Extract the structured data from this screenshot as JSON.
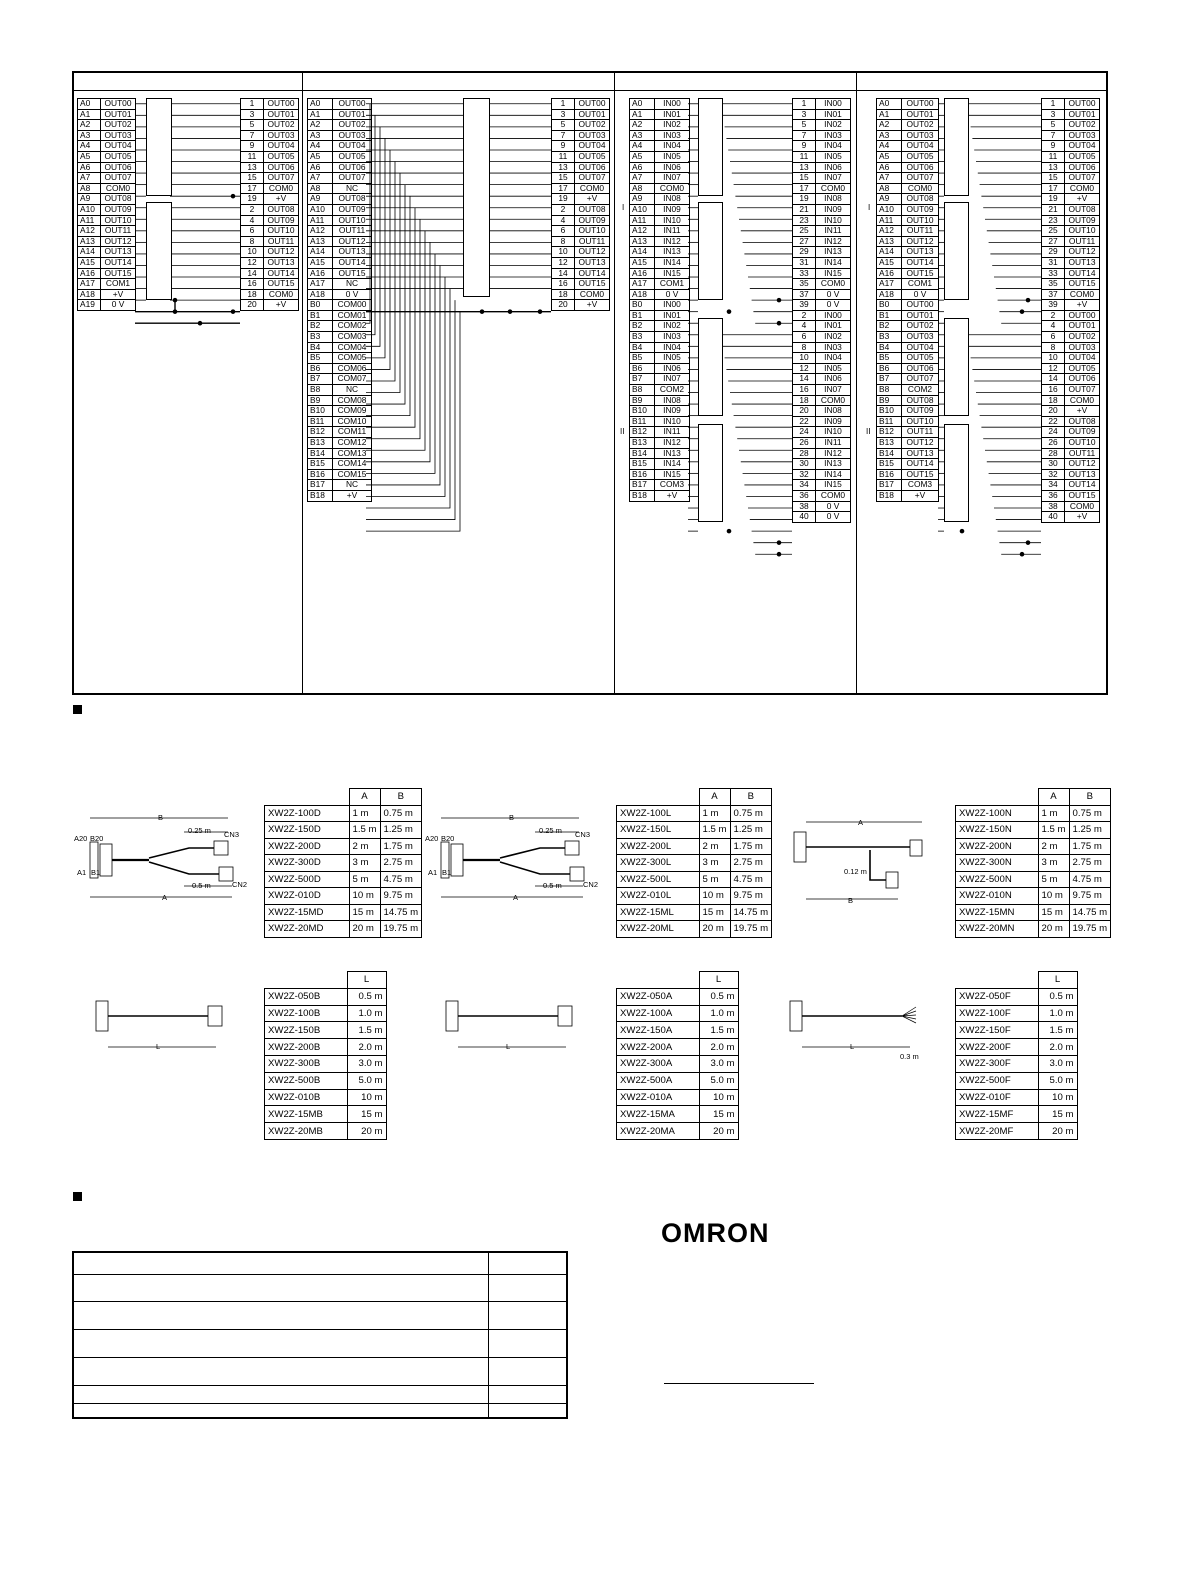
{
  "brand": {
    "logo_text": "OMRON"
  },
  "wiring": {
    "panel1": {
      "left": [
        [
          "A0",
          "OUT00"
        ],
        [
          "A1",
          "OUT01"
        ],
        [
          "A2",
          "OUT02"
        ],
        [
          "A3",
          "OUT03"
        ],
        [
          "A4",
          "OUT04"
        ],
        [
          "A5",
          "OUT05"
        ],
        [
          "A6",
          "OUT06"
        ],
        [
          "A7",
          "OUT07"
        ],
        [
          "A8",
          "COM0"
        ],
        [
          "A9",
          "OUT08"
        ],
        [
          "A10",
          "OUT09"
        ],
        [
          "A11",
          "OUT10"
        ],
        [
          "A12",
          "OUT11"
        ],
        [
          "A13",
          "OUT12"
        ],
        [
          "A14",
          "OUT13"
        ],
        [
          "A15",
          "OUT14"
        ],
        [
          "A16",
          "OUT15"
        ],
        [
          "A17",
          "COM1"
        ],
        [
          "A18",
          "+V"
        ],
        [
          "A19",
          "0 V"
        ]
      ],
      "right": [
        [
          "1",
          "OUT00"
        ],
        [
          "3",
          "OUT01"
        ],
        [
          "5",
          "OUT02"
        ],
        [
          "7",
          "OUT03"
        ],
        [
          "9",
          "OUT04"
        ],
        [
          "11",
          "OUT05"
        ],
        [
          "13",
          "OUT06"
        ],
        [
          "15",
          "OUT07"
        ],
        [
          "17",
          "COM0"
        ],
        [
          "19",
          "+V"
        ],
        [
          "2",
          "OUT08"
        ],
        [
          "4",
          "OUT09"
        ],
        [
          "6",
          "OUT10"
        ],
        [
          "8",
          "OUT11"
        ],
        [
          "10",
          "OUT12"
        ],
        [
          "12",
          "OUT13"
        ],
        [
          "14",
          "OUT14"
        ],
        [
          "16",
          "OUT15"
        ],
        [
          "18",
          "COM0"
        ],
        [
          "20",
          "+V"
        ]
      ]
    },
    "panel2": {
      "left": [
        [
          "A0",
          "OUT00"
        ],
        [
          "A1",
          "OUT01"
        ],
        [
          "A2",
          "OUT02"
        ],
        [
          "A3",
          "OUT03"
        ],
        [
          "A4",
          "OUT04"
        ],
        [
          "A5",
          "OUT05"
        ],
        [
          "A6",
          "OUT06"
        ],
        [
          "A7",
          "OUT07"
        ],
        [
          "A8",
          "NC"
        ],
        [
          "A9",
          "OUT08"
        ],
        [
          "A10",
          "OUT09"
        ],
        [
          "A11",
          "OUT10"
        ],
        [
          "A12",
          "OUT11"
        ],
        [
          "A13",
          "OUT12"
        ],
        [
          "A14",
          "OUT13"
        ],
        [
          "A15",
          "OUT14"
        ],
        [
          "A16",
          "OUT15"
        ],
        [
          "A17",
          "NC"
        ],
        [
          "A18",
          "0 V"
        ],
        [
          "B0",
          "COM00"
        ],
        [
          "B1",
          "COM01"
        ],
        [
          "B2",
          "COM02"
        ],
        [
          "B3",
          "COM03"
        ],
        [
          "B4",
          "COM04"
        ],
        [
          "B5",
          "COM05"
        ],
        [
          "B6",
          "COM06"
        ],
        [
          "B7",
          "COM07"
        ],
        [
          "B8",
          "NC"
        ],
        [
          "B9",
          "COM08"
        ],
        [
          "B10",
          "COM09"
        ],
        [
          "B11",
          "COM10"
        ],
        [
          "B12",
          "COM11"
        ],
        [
          "B13",
          "COM12"
        ],
        [
          "B14",
          "COM13"
        ],
        [
          "B15",
          "COM14"
        ],
        [
          "B16",
          "COM15"
        ],
        [
          "B17",
          "NC"
        ],
        [
          "B18",
          "+V"
        ]
      ],
      "right": [
        [
          "1",
          "OUT00"
        ],
        [
          "3",
          "OUT01"
        ],
        [
          "5",
          "OUT02"
        ],
        [
          "7",
          "OUT03"
        ],
        [
          "9",
          "OUT04"
        ],
        [
          "11",
          "OUT05"
        ],
        [
          "13",
          "OUT06"
        ],
        [
          "15",
          "OUT07"
        ],
        [
          "17",
          "COM0"
        ],
        [
          "19",
          "+V"
        ],
        [
          "2",
          "OUT08"
        ],
        [
          "4",
          "OUT09"
        ],
        [
          "6",
          "OUT10"
        ],
        [
          "8",
          "OUT11"
        ],
        [
          "10",
          "OUT12"
        ],
        [
          "12",
          "OUT13"
        ],
        [
          "14",
          "OUT14"
        ],
        [
          "16",
          "OUT15"
        ],
        [
          "18",
          "COM0"
        ],
        [
          "20",
          "+V"
        ]
      ]
    },
    "panel3": {
      "left": [
        [
          "A0",
          "IN00"
        ],
        [
          "A1",
          "IN01"
        ],
        [
          "A2",
          "IN02"
        ],
        [
          "A3",
          "IN03"
        ],
        [
          "A4",
          "IN04"
        ],
        [
          "A5",
          "IN05"
        ],
        [
          "A6",
          "IN06"
        ],
        [
          "A7",
          "IN07"
        ],
        [
          "A8",
          "COM0"
        ],
        [
          "A9",
          "IN08"
        ],
        [
          "A10",
          "IN09"
        ],
        [
          "A11",
          "IN10"
        ],
        [
          "A12",
          "IN11"
        ],
        [
          "A13",
          "IN12"
        ],
        [
          "A14",
          "IN13"
        ],
        [
          "A15",
          "IN14"
        ],
        [
          "A16",
          "IN15"
        ],
        [
          "A17",
          "COM1"
        ],
        [
          "A18",
          "0 V"
        ],
        [
          "B0",
          "IN00"
        ],
        [
          "B1",
          "IN01"
        ],
        [
          "B2",
          "IN02"
        ],
        [
          "B3",
          "IN03"
        ],
        [
          "B4",
          "IN04"
        ],
        [
          "B5",
          "IN05"
        ],
        [
          "B6",
          "IN06"
        ],
        [
          "B7",
          "IN07"
        ],
        [
          "B8",
          "COM2"
        ],
        [
          "B9",
          "IN08"
        ],
        [
          "B10",
          "IN09"
        ],
        [
          "B11",
          "IN10"
        ],
        [
          "B12",
          "IN11"
        ],
        [
          "B13",
          "IN12"
        ],
        [
          "B14",
          "IN13"
        ],
        [
          "B15",
          "IN14"
        ],
        [
          "B16",
          "IN15"
        ],
        [
          "B17",
          "COM3"
        ],
        [
          "B18",
          "+V"
        ]
      ],
      "right": [
        [
          "1",
          "IN00"
        ],
        [
          "3",
          "IN01"
        ],
        [
          "5",
          "IN02"
        ],
        [
          "7",
          "IN03"
        ],
        [
          "9",
          "IN04"
        ],
        [
          "11",
          "IN05"
        ],
        [
          "13",
          "IN06"
        ],
        [
          "15",
          "IN07"
        ],
        [
          "17",
          "COM0"
        ],
        [
          "19",
          "IN08"
        ],
        [
          "21",
          "IN09"
        ],
        [
          "23",
          "IN10"
        ],
        [
          "25",
          "IN11"
        ],
        [
          "27",
          "IN12"
        ],
        [
          "29",
          "IN13"
        ],
        [
          "31",
          "IN14"
        ],
        [
          "33",
          "IN15"
        ],
        [
          "35",
          "COM0"
        ],
        [
          "37",
          "0 V"
        ],
        [
          "39",
          "0 V"
        ],
        [
          "2",
          "IN00"
        ],
        [
          "4",
          "IN01"
        ],
        [
          "6",
          "IN02"
        ],
        [
          "8",
          "IN03"
        ],
        [
          "10",
          "IN04"
        ],
        [
          "12",
          "IN05"
        ],
        [
          "14",
          "IN06"
        ],
        [
          "16",
          "IN07"
        ],
        [
          "18",
          "COM0"
        ],
        [
          "20",
          "IN08"
        ],
        [
          "22",
          "IN09"
        ],
        [
          "24",
          "IN10"
        ],
        [
          "26",
          "IN11"
        ],
        [
          "28",
          "IN12"
        ],
        [
          "30",
          "IN13"
        ],
        [
          "32",
          "IN14"
        ],
        [
          "34",
          "IN15"
        ],
        [
          "36",
          "COM0"
        ],
        [
          "38",
          "0 V"
        ],
        [
          "40",
          "0 V"
        ]
      ],
      "marks": [
        "I",
        "II"
      ]
    },
    "panel4": {
      "left": [
        [
          "A0",
          "OUT00"
        ],
        [
          "A1",
          "OUT01"
        ],
        [
          "A2",
          "OUT02"
        ],
        [
          "A3",
          "OUT03"
        ],
        [
          "A4",
          "OUT04"
        ],
        [
          "A5",
          "OUT05"
        ],
        [
          "A6",
          "OUT06"
        ],
        [
          "A7",
          "OUT07"
        ],
        [
          "A8",
          "COM0"
        ],
        [
          "A9",
          "OUT08"
        ],
        [
          "A10",
          "OUT09"
        ],
        [
          "A11",
          "OUT10"
        ],
        [
          "A12",
          "OUT11"
        ],
        [
          "A13",
          "OUT12"
        ],
        [
          "A14",
          "OUT13"
        ],
        [
          "A15",
          "OUT14"
        ],
        [
          "A16",
          "OUT15"
        ],
        [
          "A17",
          "COM1"
        ],
        [
          "A18",
          "0 V"
        ],
        [
          "B0",
          "OUT00"
        ],
        [
          "B1",
          "OUT01"
        ],
        [
          "B2",
          "OUT02"
        ],
        [
          "B3",
          "OUT03"
        ],
        [
          "B4",
          "OUT04"
        ],
        [
          "B5",
          "OUT05"
        ],
        [
          "B6",
          "OUT06"
        ],
        [
          "B7",
          "OUT07"
        ],
        [
          "B8",
          "COM2"
        ],
        [
          "B9",
          "OUT08"
        ],
        [
          "B10",
          "OUT09"
        ],
        [
          "B11",
          "OUT10"
        ],
        [
          "B12",
          "OUT11"
        ],
        [
          "B13",
          "OUT12"
        ],
        [
          "B14",
          "OUT13"
        ],
        [
          "B15",
          "OUT14"
        ],
        [
          "B16",
          "OUT15"
        ],
        [
          "B17",
          "COM3"
        ],
        [
          "B18",
          "+V"
        ]
      ],
      "right": [
        [
          "1",
          "OUT00"
        ],
        [
          "3",
          "OUT01"
        ],
        [
          "5",
          "OUT02"
        ],
        [
          "7",
          "OUT03"
        ],
        [
          "9",
          "OUT04"
        ],
        [
          "11",
          "OUT05"
        ],
        [
          "13",
          "OUT06"
        ],
        [
          "15",
          "OUT07"
        ],
        [
          "17",
          "COM0"
        ],
        [
          "19",
          "+V"
        ],
        [
          "21",
          "OUT08"
        ],
        [
          "23",
          "OUT09"
        ],
        [
          "25",
          "OUT10"
        ],
        [
          "27",
          "OUT11"
        ],
        [
          "29",
          "OUT12"
        ],
        [
          "31",
          "OUT13"
        ],
        [
          "33",
          "OUT14"
        ],
        [
          "35",
          "OUT15"
        ],
        [
          "37",
          "COM0"
        ],
        [
          "39",
          "+V"
        ],
        [
          "2",
          "OUT00"
        ],
        [
          "4",
          "OUT01"
        ],
        [
          "6",
          "OUT02"
        ],
        [
          "8",
          "OUT03"
        ],
        [
          "10",
          "OUT04"
        ],
        [
          "12",
          "OUT05"
        ],
        [
          "14",
          "OUT06"
        ],
        [
          "16",
          "OUT07"
        ],
        [
          "18",
          "COM0"
        ],
        [
          "20",
          "+V"
        ],
        [
          "22",
          "OUT08"
        ],
        [
          "24",
          "OUT09"
        ],
        [
          "26",
          "OUT10"
        ],
        [
          "28",
          "OUT11"
        ],
        [
          "30",
          "OUT12"
        ],
        [
          "32",
          "OUT13"
        ],
        [
          "34",
          "OUT14"
        ],
        [
          "36",
          "OUT15"
        ],
        [
          "38",
          "COM0"
        ],
        [
          "40",
          "+V"
        ]
      ],
      "marks": [
        "I",
        "II"
      ]
    }
  },
  "cables_ab": [
    {
      "header": [
        "A",
        "B"
      ],
      "rows": [
        [
          "XW2Z-100D",
          "1 m",
          "0.75 m"
        ],
        [
          "XW2Z-150D",
          "1.5 m",
          "1.25 m"
        ],
        [
          "XW2Z-200D",
          "2 m",
          "1.75 m"
        ],
        [
          "XW2Z-300D",
          "3 m",
          "2.75 m"
        ],
        [
          "XW2Z-500D",
          "5 m",
          "4.75 m"
        ],
        [
          "XW2Z-010D",
          "10 m",
          "9.75 m"
        ],
        [
          "XW2Z-15MD",
          "15 m",
          "14.75 m"
        ],
        [
          "XW2Z-20MD",
          "20 m",
          "19.75 m"
        ]
      ],
      "drawing": {
        "a": "A",
        "b": "B",
        "d1": "0.25 m",
        "d2": "0.5 m",
        "cn3": "CN3",
        "cn2": "CN2",
        "a20": "A20",
        "b20": "B20",
        "a1": "A1",
        "b1": "B1"
      }
    },
    {
      "header": [
        "A",
        "B"
      ],
      "rows": [
        [
          "XW2Z-100L",
          "1 m",
          "0.75 m"
        ],
        [
          "XW2Z-150L",
          "1.5 m",
          "1.25 m"
        ],
        [
          "XW2Z-200L",
          "2 m",
          "1.75 m"
        ],
        [
          "XW2Z-300L",
          "3 m",
          "2.75 m"
        ],
        [
          "XW2Z-500L",
          "5 m",
          "4.75 m"
        ],
        [
          "XW2Z-010L",
          "10 m",
          "9.75 m"
        ],
        [
          "XW2Z-15ML",
          "15 m",
          "14.75 m"
        ],
        [
          "XW2Z-20ML",
          "20 m",
          "19.75 m"
        ]
      ],
      "drawing": {
        "a": "A",
        "b": "B",
        "d1": "0.25 m",
        "d2": "0.5 m",
        "cn3": "CN3",
        "cn2": "CN2",
        "a20": "A20",
        "b20": "B20",
        "a1": "A1",
        "b1": "B1"
      }
    },
    {
      "header": [
        "A",
        "B"
      ],
      "rows": [
        [
          "XW2Z-100N",
          "1 m",
          "0.75 m"
        ],
        [
          "XW2Z-150N",
          "1.5 m",
          "1.25 m"
        ],
        [
          "XW2Z-200N",
          "2 m",
          "1.75 m"
        ],
        [
          "XW2Z-300N",
          "3 m",
          "2.75 m"
        ],
        [
          "XW2Z-500N",
          "5 m",
          "4.75 m"
        ],
        [
          "XW2Z-010N",
          "10 m",
          "9.75 m"
        ],
        [
          "XW2Z-15MN",
          "15 m",
          "14.75 m"
        ],
        [
          "XW2Z-20MN",
          "20 m",
          "19.75 m"
        ]
      ],
      "drawing": {
        "a": "A",
        "b": "B",
        "d1": "0.12 m"
      }
    }
  ],
  "cables_l": [
    {
      "header": "L",
      "rows": [
        [
          "XW2Z-050B",
          "0.5 m"
        ],
        [
          "XW2Z-100B",
          "1.0 m"
        ],
        [
          "XW2Z-150B",
          "1.5 m"
        ],
        [
          "XW2Z-200B",
          "2.0 m"
        ],
        [
          "XW2Z-300B",
          "3.0 m"
        ],
        [
          "XW2Z-500B",
          "5.0 m"
        ],
        [
          "XW2Z-010B",
          "10 m"
        ],
        [
          "XW2Z-15MB",
          "15 m"
        ],
        [
          "XW2Z-20MB",
          "20 m"
        ]
      ],
      "drawing": {
        "l": "L"
      }
    },
    {
      "header": "L",
      "rows": [
        [
          "XW2Z-050A",
          "0.5 m"
        ],
        [
          "XW2Z-100A",
          "1.0 m"
        ],
        [
          "XW2Z-150A",
          "1.5 m"
        ],
        [
          "XW2Z-200A",
          "2.0 m"
        ],
        [
          "XW2Z-300A",
          "3.0 m"
        ],
        [
          "XW2Z-500A",
          "5.0 m"
        ],
        [
          "XW2Z-010A",
          "10 m"
        ],
        [
          "XW2Z-15MA",
          "15 m"
        ],
        [
          "XW2Z-20MA",
          "20 m"
        ]
      ],
      "drawing": {
        "l": "L"
      }
    },
    {
      "header": "L",
      "rows": [
        [
          "XW2Z-050F",
          "0.5 m"
        ],
        [
          "XW2Z-100F",
          "1.0 m"
        ],
        [
          "XW2Z-150F",
          "1.5 m"
        ],
        [
          "XW2Z-200F",
          "2.0 m"
        ],
        [
          "XW2Z-300F",
          "3.0 m"
        ],
        [
          "XW2Z-500F",
          "5.0 m"
        ],
        [
          "XW2Z-010F",
          "10 m"
        ],
        [
          "XW2Z-15MF",
          "15 m"
        ],
        [
          "XW2Z-20MF",
          "20 m"
        ]
      ],
      "drawing": {
        "l": "L",
        "d": "0.3 m"
      }
    }
  ]
}
